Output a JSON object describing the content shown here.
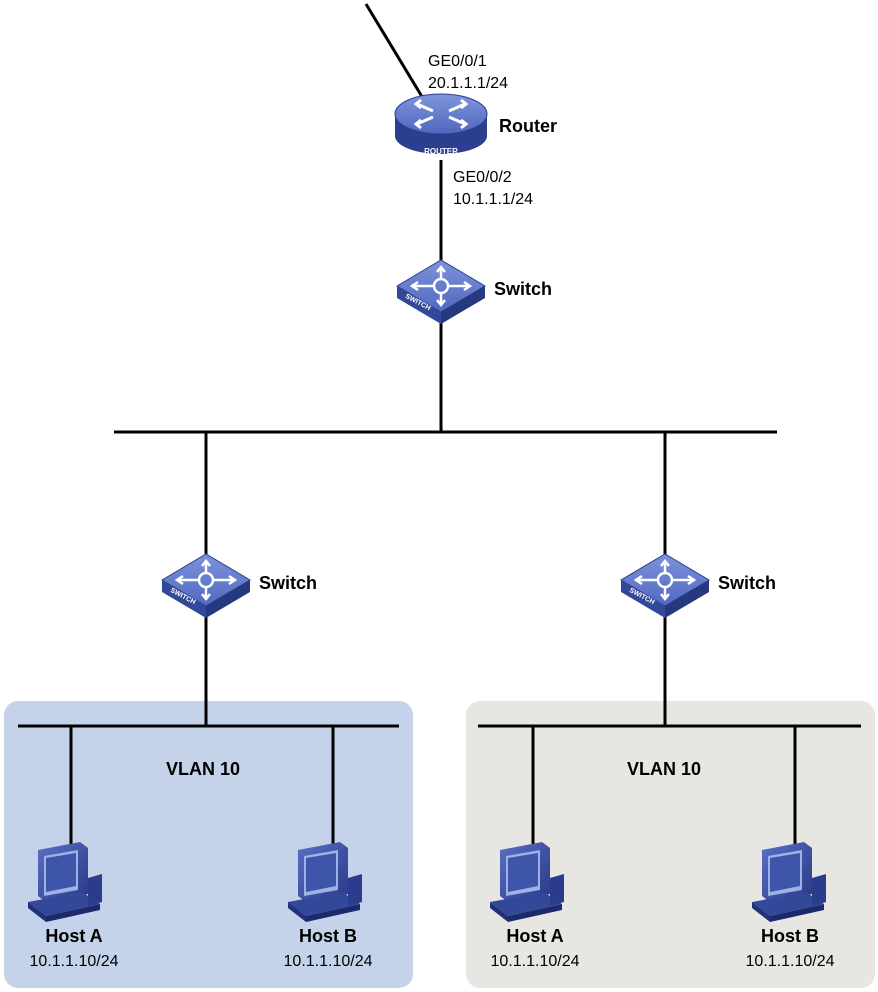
{
  "router": {
    "name": "Router",
    "device_text": "ROUTER",
    "uplink_port": "GE0/0/1",
    "uplink_ip": "20.1.1.1/24",
    "downlink_port": "GE0/0/2",
    "downlink_ip": "10.1.1.1/24"
  },
  "core_switch": {
    "name": "Switch",
    "device_text": "SWITCH"
  },
  "left_switch": {
    "name": "Switch",
    "device_text": "SWITCH"
  },
  "right_switch": {
    "name": "Switch",
    "device_text": "SWITCH"
  },
  "left_vlan": {
    "label": "VLAN 10",
    "color": "#c5d3ea",
    "hosts": [
      {
        "name": "Host A",
        "ip": "10.1.1.10/24"
      },
      {
        "name": "Host B",
        "ip": "10.1.1.10/24"
      }
    ]
  },
  "right_vlan": {
    "label": "VLAN 10",
    "color": "#e8e6e3",
    "hosts": [
      {
        "name": "Host A",
        "ip": "10.1.1.10/24"
      },
      {
        "name": "Host B",
        "ip": "10.1.1.10/24"
      }
    ]
  },
  "colors": {
    "line": "#000000",
    "device_top": "#5a72c6",
    "device_side": "#2c3f8f"
  }
}
